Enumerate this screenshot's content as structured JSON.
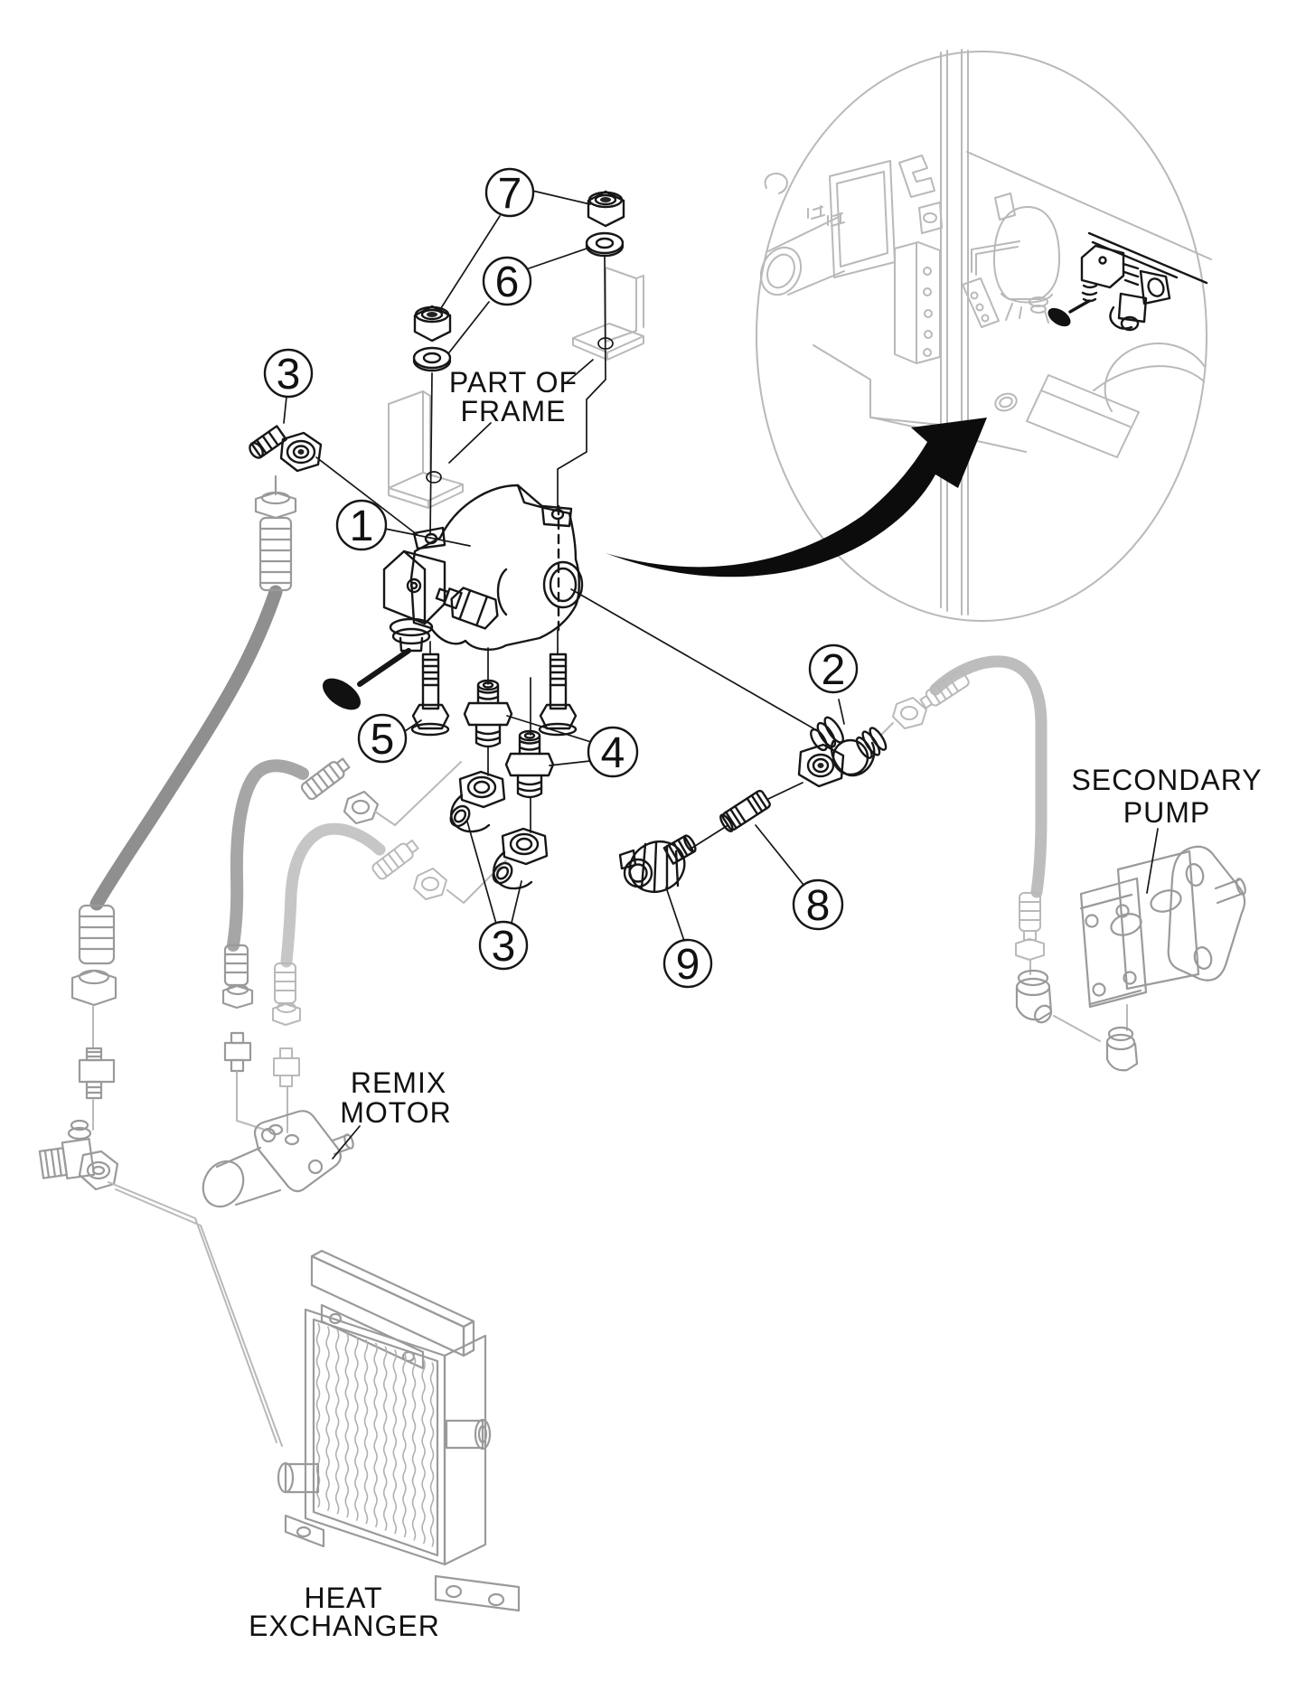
{
  "diagram": {
    "type": "exploded-parts-diagram",
    "background_color": "#ffffff",
    "part_line_color": "#161616",
    "reference_line_color": "#b9b9b9",
    "hose_colors": {
      "dark": "#8f8f8f",
      "medium": "#a6a6a6",
      "light": "#c6c6c6",
      "return": "#bdbdbd"
    },
    "callouts": [
      {
        "id": "callout-1",
        "number": "1"
      },
      {
        "id": "callout-2",
        "number": "2"
      },
      {
        "id": "callout-3-upper",
        "number": "3"
      },
      {
        "id": "callout-3-lower",
        "number": "3"
      },
      {
        "id": "callout-4",
        "number": "4"
      },
      {
        "id": "callout-5",
        "number": "5"
      },
      {
        "id": "callout-6",
        "number": "6"
      },
      {
        "id": "callout-7",
        "number": "7"
      },
      {
        "id": "callout-8",
        "number": "8"
      },
      {
        "id": "callout-9",
        "number": "9"
      }
    ],
    "labels": {
      "part_of_frame": {
        "line1": "PART OF",
        "line2": "FRAME"
      },
      "remix_motor": {
        "line1": "REMIX",
        "line2": "MOTOR"
      },
      "secondary_pump": {
        "line1": "SECONDARY",
        "line2": "PUMP"
      },
      "heat_exchanger": {
        "line1": "HEAT",
        "line2": "EXCHANGER"
      }
    }
  }
}
